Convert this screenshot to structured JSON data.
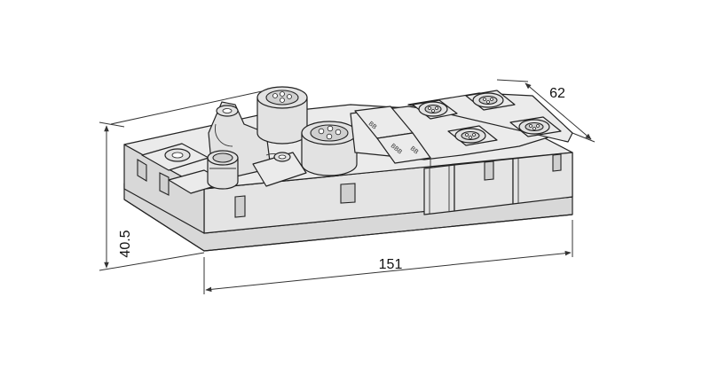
{
  "dimensions": {
    "length": "151",
    "depth": "62",
    "height": "40.5"
  }
}
